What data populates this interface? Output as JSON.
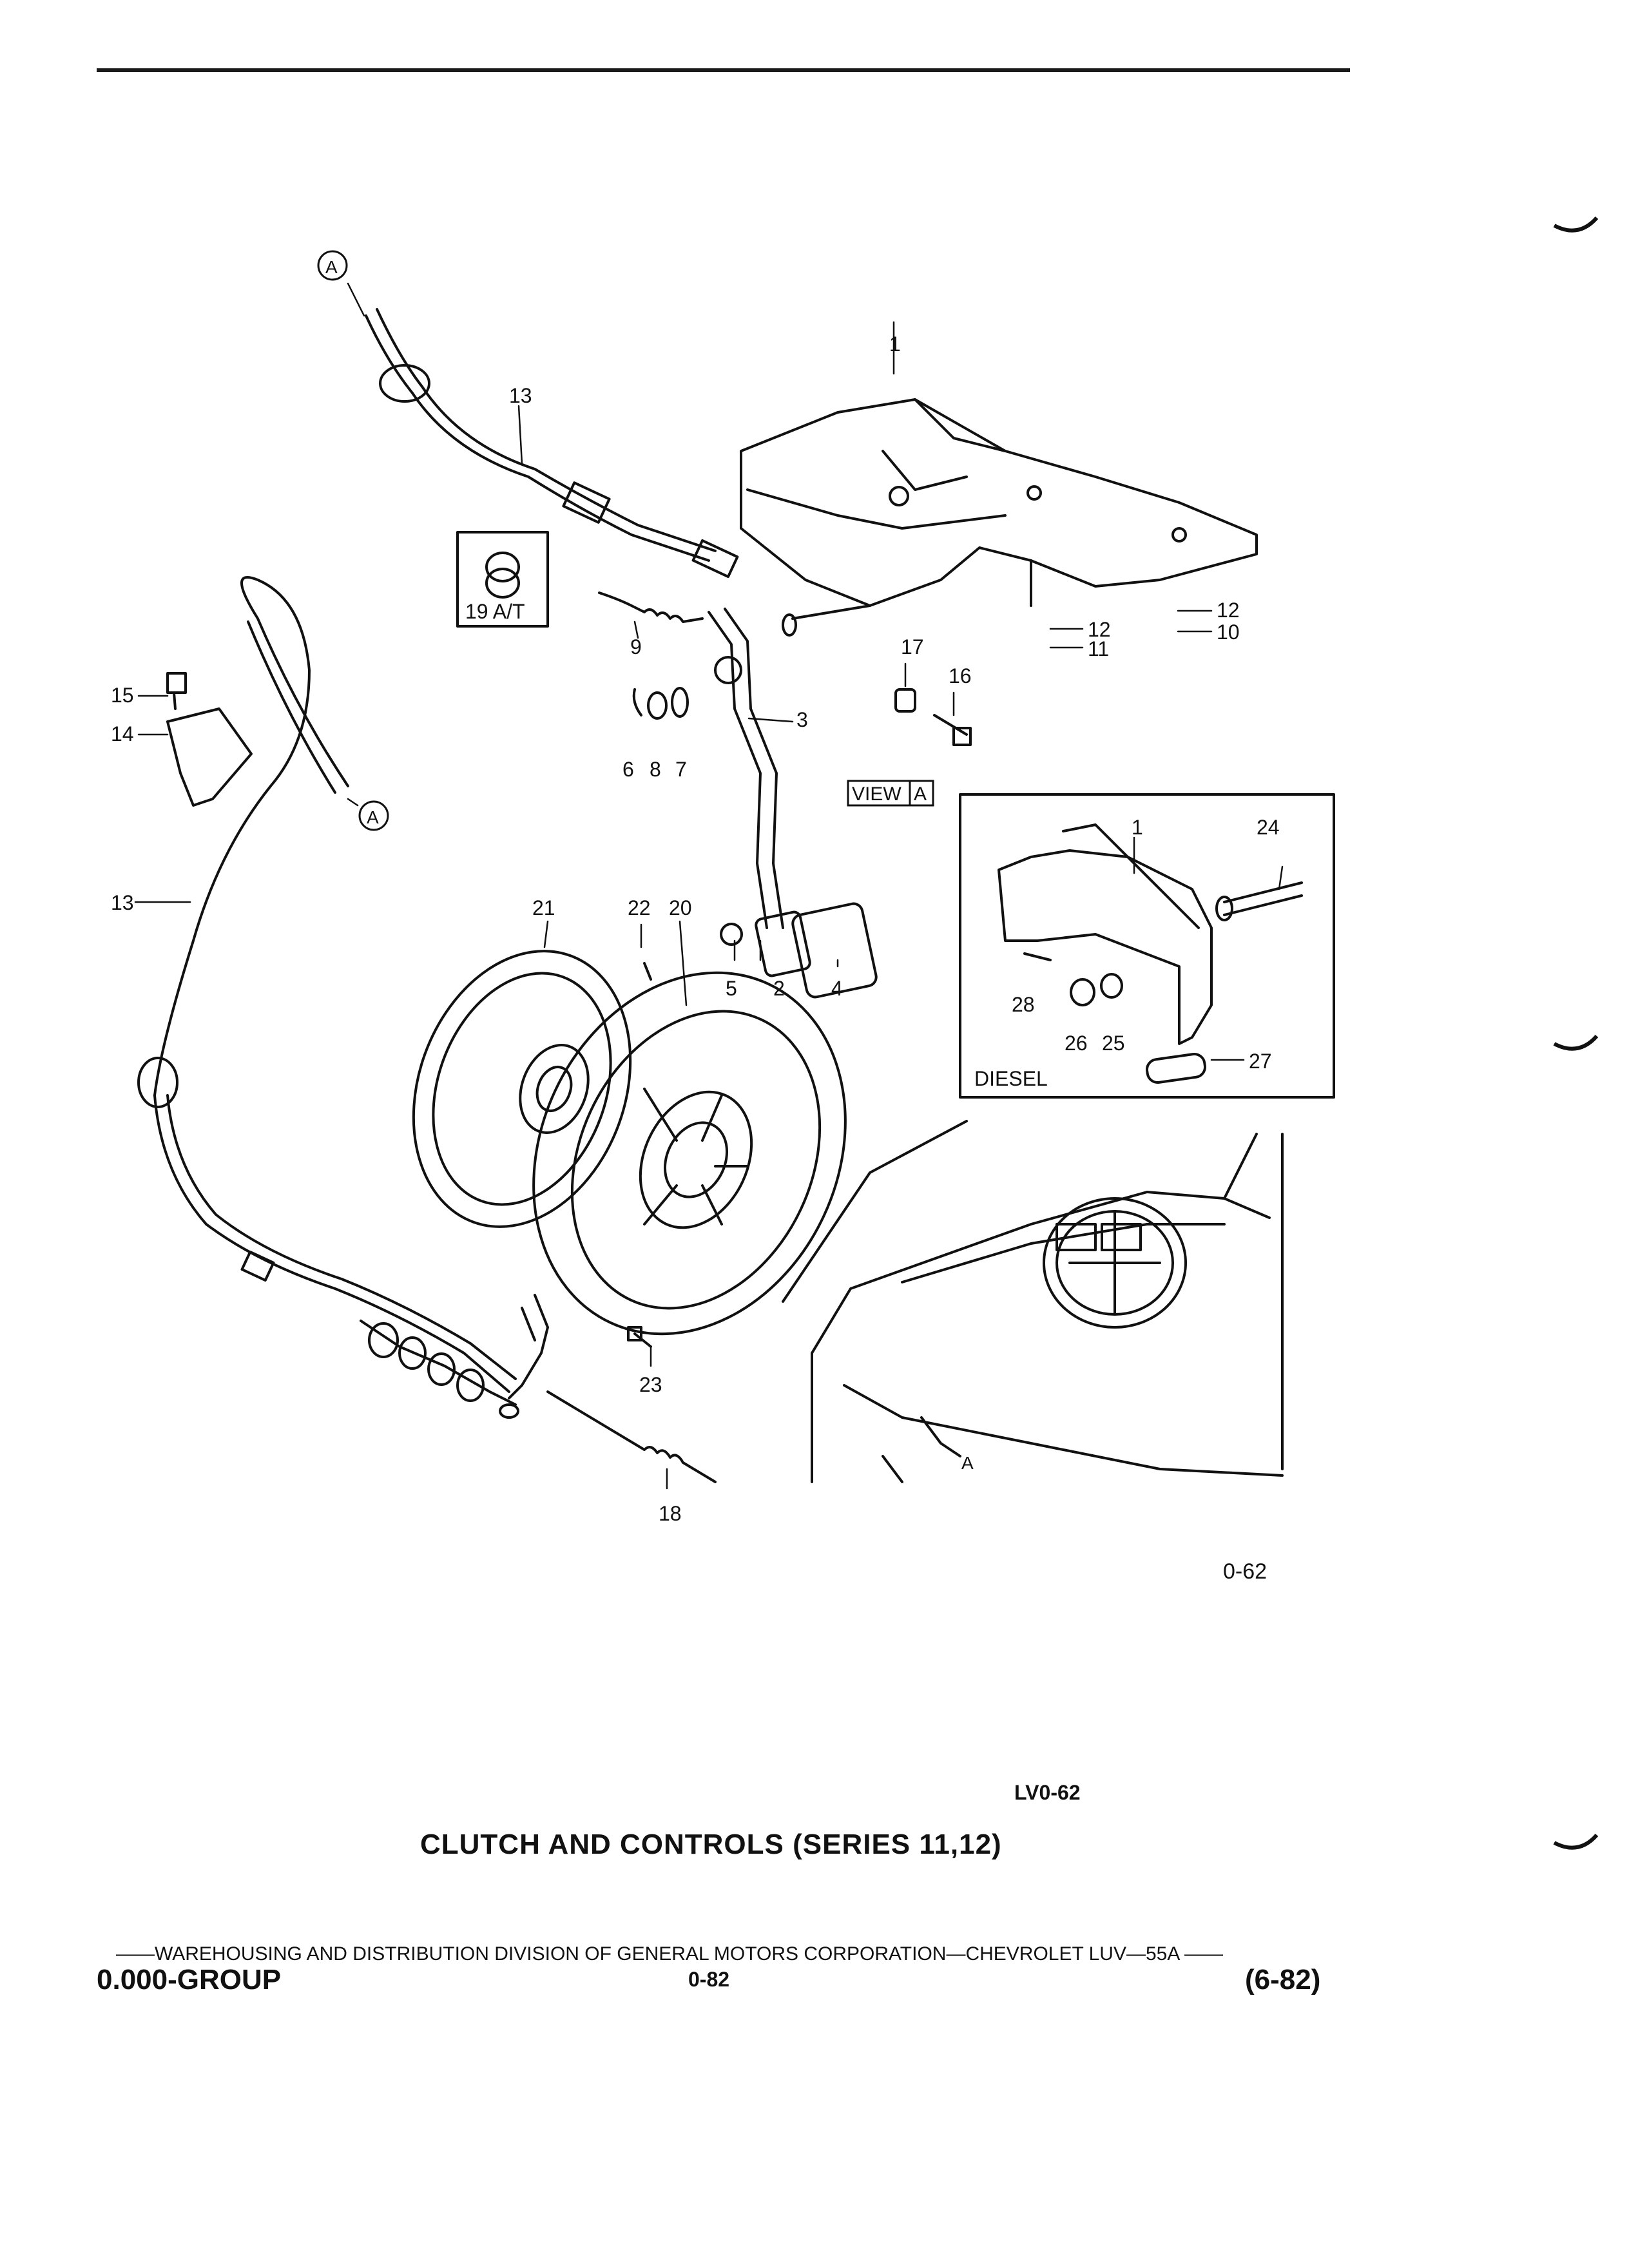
{
  "diagram": {
    "callouts": {
      "c1": "1",
      "c2": "2",
      "c3": "3",
      "c4": "4",
      "c5": "5",
      "c6": "6",
      "c7": "7",
      "c8": "8",
      "c9": "9",
      "c10": "10",
      "c11": "11",
      "c12a": "12",
      "c12b": "12",
      "c13a": "13",
      "c13b": "13",
      "c14": "14",
      "c15": "15",
      "c16": "16",
      "c17": "17",
      "c18": "18",
      "c19": "19 A/T",
      "c20": "20",
      "c21": "21",
      "c22": "22",
      "c23": "23",
      "c24": "24",
      "c25": "25",
      "c26": "26",
      "c27": "27",
      "c28": "28",
      "inset_1": "1",
      "marker_a1": "A",
      "marker_a2": "A",
      "marker_a3": "A"
    },
    "view_label": "VIEW",
    "view_letter": "A",
    "inset_label": "DIESEL",
    "figure_id": "0-62"
  },
  "code": "LV0-62",
  "caption": "CLUTCH AND CONTROLS (SERIES 11,12)",
  "footer": {
    "line": "——WAREHOUSING AND DISTRIBUTION  DIVISION OF GENERAL MOTORS CORPORATION—CHEVROLET LUV—55A  ——",
    "group": "0.000-GROUP",
    "page": "0-82",
    "date": "(6-82)"
  }
}
